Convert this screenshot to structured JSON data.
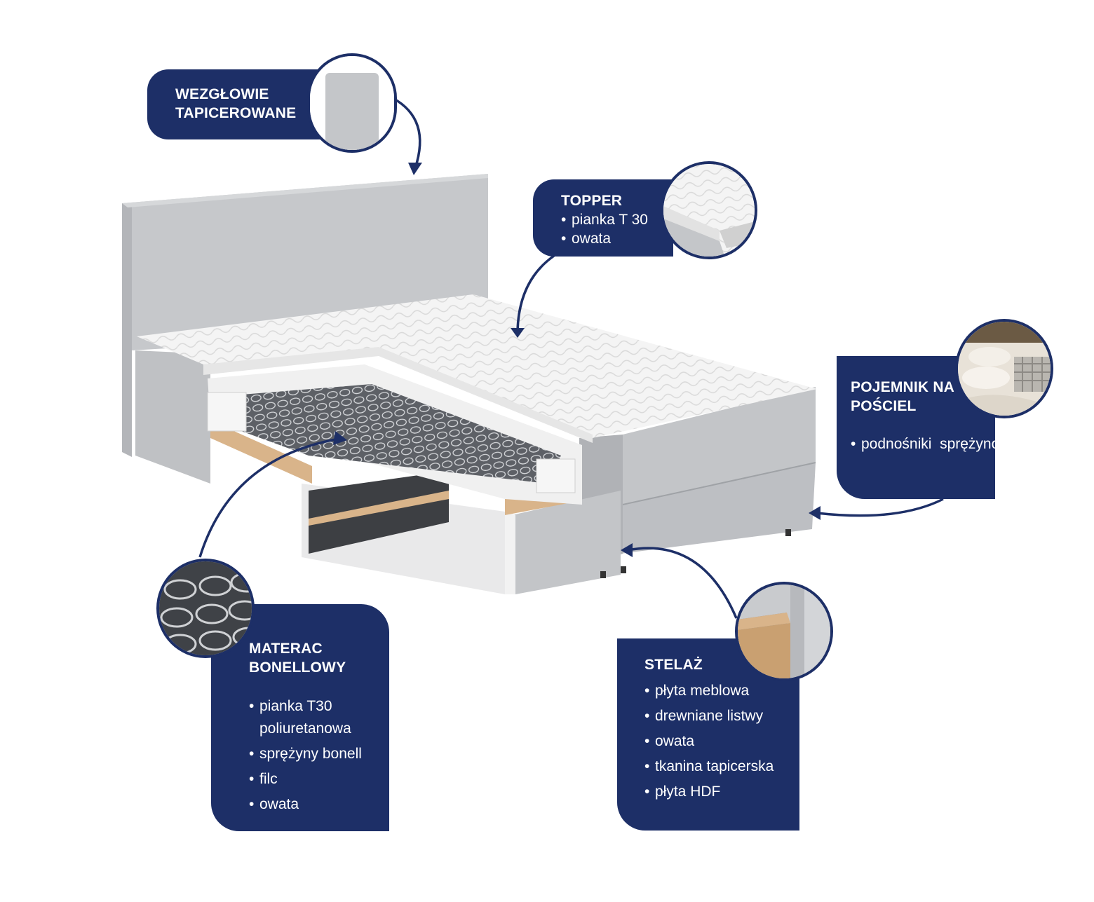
{
  "colors": {
    "navy": "#1d2f67",
    "fabric": "#c4c6c9",
    "fabric_dark": "#a9acb0",
    "topper": "#f3f3f3",
    "wood": "#d9b48a",
    "background": "#ffffff"
  },
  "callouts": {
    "headboard": {
      "title_lines": [
        "WEZGŁOWIE",
        "TAPICEROWANE"
      ],
      "icon": "headboard-closeup-icon"
    },
    "topper": {
      "title": "TOPPER",
      "items": [
        "pianka T 30",
        "owata"
      ],
      "icon": "topper-closeup-icon"
    },
    "storage": {
      "title_lines": [
        "POJEMNIK NA",
        "POŚCIEL"
      ],
      "items": [
        "podnośniki  sprężynowe"
      ],
      "icon": "bedding-storage-icon"
    },
    "mattress": {
      "title_lines": [
        "MATERAC",
        "BONELLOWY"
      ],
      "items": [
        "pianka T30 poliuretanowa",
        "sprężyny bonell",
        "filc",
        "owata"
      ],
      "icon": "bonell-springs-icon"
    },
    "frame": {
      "title": "STELAŻ",
      "items": [
        "płyta meblowa",
        "drewniane listwy",
        "owata",
        "tkanina tapicerska",
        "płyta HDF"
      ],
      "icon": "frame-corner-icon"
    }
  }
}
